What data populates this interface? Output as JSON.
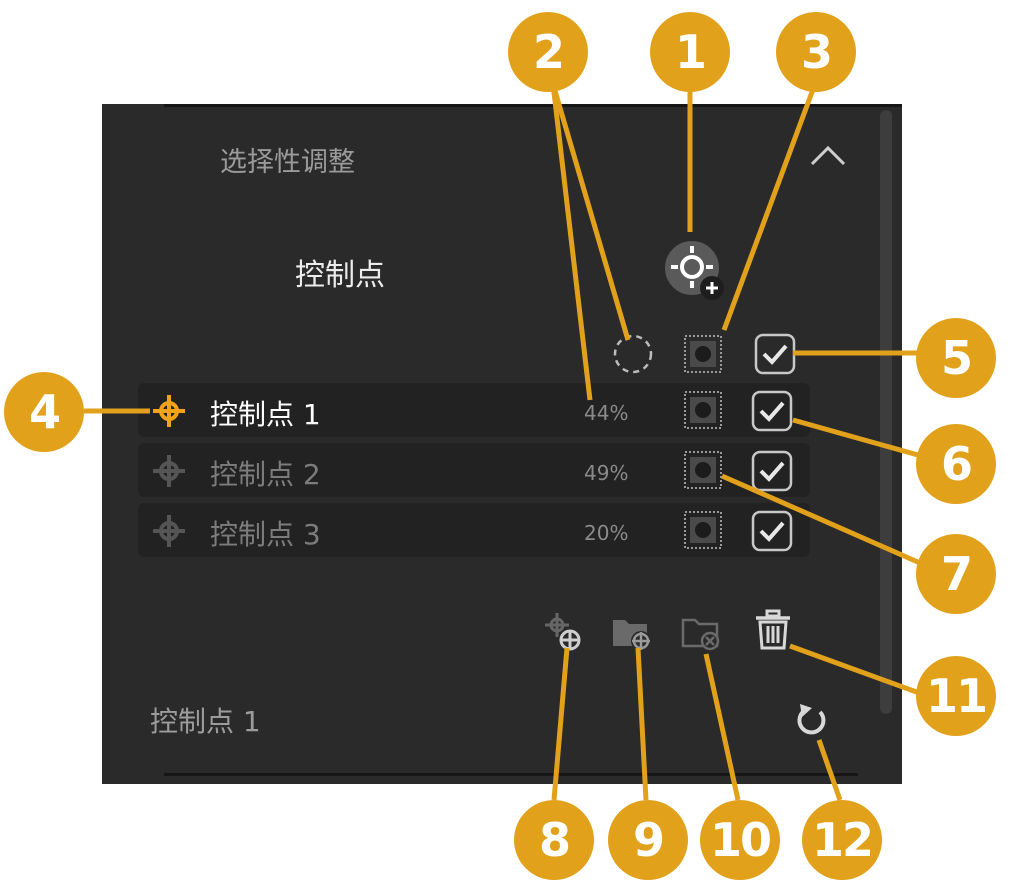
{
  "panel": {
    "section_title": "选择性调整",
    "sub_title": "控制点",
    "footer_label": "控制点 1"
  },
  "control_points": [
    {
      "name": "控制点 1",
      "value": "44%",
      "active": true
    },
    {
      "name": "控制点 2",
      "value": "49%",
      "active": false
    },
    {
      "name": "控制点 3",
      "value": "20%",
      "active": false
    }
  ],
  "callouts": [
    "1",
    "2",
    "3",
    "4",
    "5",
    "6",
    "7",
    "8",
    "9",
    "10",
    "11",
    "12"
  ],
  "colors": {
    "panel_bg": "#2a2a2a",
    "row_bg": "#222222",
    "accent_orange": "#f2a31b",
    "callout": "#e2a11b"
  },
  "icons": {
    "collapse": "chevron-up-icon",
    "add_point": "add-control-point-icon",
    "show_all_size": "dashed-circle-icon",
    "show_all_mask": "mask-icon",
    "enable_all": "checkbox-icon",
    "point": "crosshair-icon",
    "duplicate": "duplicate-point-icon",
    "group": "group-folder-add-icon",
    "ungroup": "folder-remove-icon",
    "delete": "trash-icon",
    "reset": "reset-icon"
  }
}
